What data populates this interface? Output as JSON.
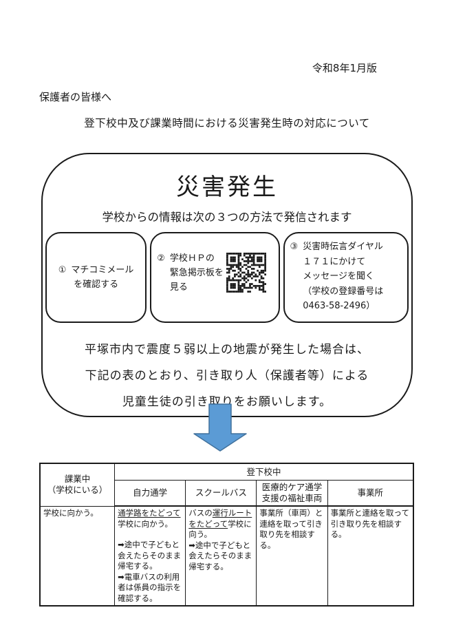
{
  "page": {
    "edition": "令和8年1月版",
    "salutation": "保護者の皆様へ",
    "title": "登下校中及び課業時間における災害発生時の対応について"
  },
  "disaster_box": {
    "heading": "災害発生",
    "subheading": "学校からの情報は次の３つの方法で発信されます",
    "methods": [
      {
        "number": "①",
        "lines": [
          "マチコミメール",
          "を確認する"
        ]
      },
      {
        "number": "②",
        "lines": [
          "学校ＨＰの",
          "緊急掲示板を",
          "見る"
        ],
        "qr": "school-hp-emergency-board"
      },
      {
        "number": "③",
        "lines": [
          "災害時伝言ダイヤル",
          "１７１にかけて",
          "メッセージを聞く",
          "（学校の登録番号は",
          "0463-58-2496）"
        ]
      }
    ],
    "notice_lines": [
      "平塚市内で震度５弱以上の地震が発生した場合は、",
      "下記の表のとおり、引き取り人（保護者等）による",
      "児童生徒の引き取りをお願いします。"
    ]
  },
  "arrow": {
    "fill": "#5b9bd5",
    "stroke": "#41719c"
  },
  "table": {
    "col1_header": "課業中\n（学校にいる）",
    "group_header": "登下校中",
    "sub_headers": [
      "自力通学",
      "スクールバス",
      "医療的ケア通学\n支援の福祉車両",
      "事業所"
    ],
    "row": {
      "in_school": "学校に向かう。",
      "self_commute": {
        "p1_underline": "通学路をたどって",
        "p1_rest": "学校に向かう。",
        "p2": "➡途中で子どもと会えたらそのまま帰宅する。",
        "p3": "➡電車バスの利用者は係員の指示を確認する。"
      },
      "school_bus": {
        "p1_pre": "バスの",
        "p1_underline": "運行ルートをたどって",
        "p1_rest": "学校に向う。",
        "p2": "➡途中で子どもと会えたらそのまま帰宅する。"
      },
      "care_vehicle": "事業所（車両）と連絡を取って引き取り先を相談する。",
      "office": "事業所と連絡を取って引き取り先を相談する。"
    }
  }
}
